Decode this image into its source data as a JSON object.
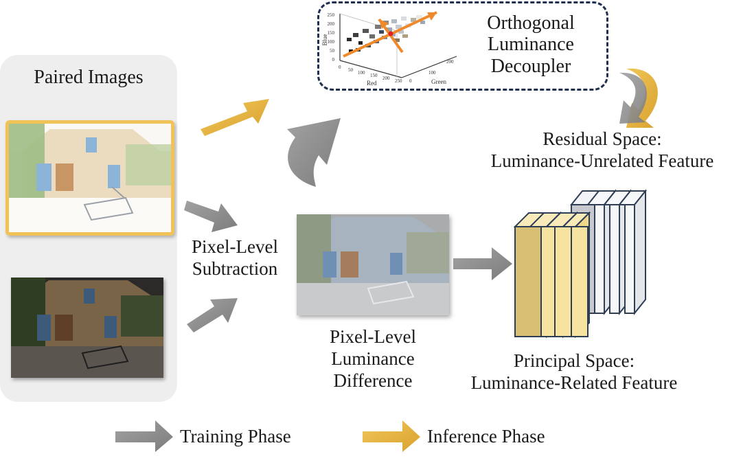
{
  "panel": {
    "title": "Paired Images"
  },
  "labels": {
    "subtraction": [
      "Pixel-Level",
      "Subtraction"
    ],
    "difference": [
      "Pixel-Level",
      "Luminance",
      "Difference"
    ],
    "decoupler": [
      "Orthogonal",
      "Luminance",
      "Decoupler"
    ],
    "residual": [
      "Residual Space:",
      "Luminance-Unrelated Feature"
    ],
    "principal": [
      "Principal Space:",
      "Luminance-Related Feature"
    ]
  },
  "plot3d": {
    "axis_z_label": "Blue",
    "axis_x_label": "Red",
    "axis_y_label": "Green",
    "z_ticks": [
      "250",
      "200",
      "150",
      "100",
      "50",
      "0"
    ],
    "x_ticks": [
      "0",
      "50",
      "100",
      "150",
      "200",
      "250"
    ],
    "y_ticks": [
      "0",
      "100",
      "200"
    ]
  },
  "legend": {
    "training": "Training Phase",
    "inference": "Inference Phase"
  },
  "colors": {
    "training_arrow": "#8e8e8e",
    "inference_arrow": "#e2b13c",
    "decoupler_border": "#1f2f4f",
    "principal_layer": "#f6e3a0",
    "residual_layer": "#f1f3f7",
    "photo_frame": "#f0c257"
  }
}
